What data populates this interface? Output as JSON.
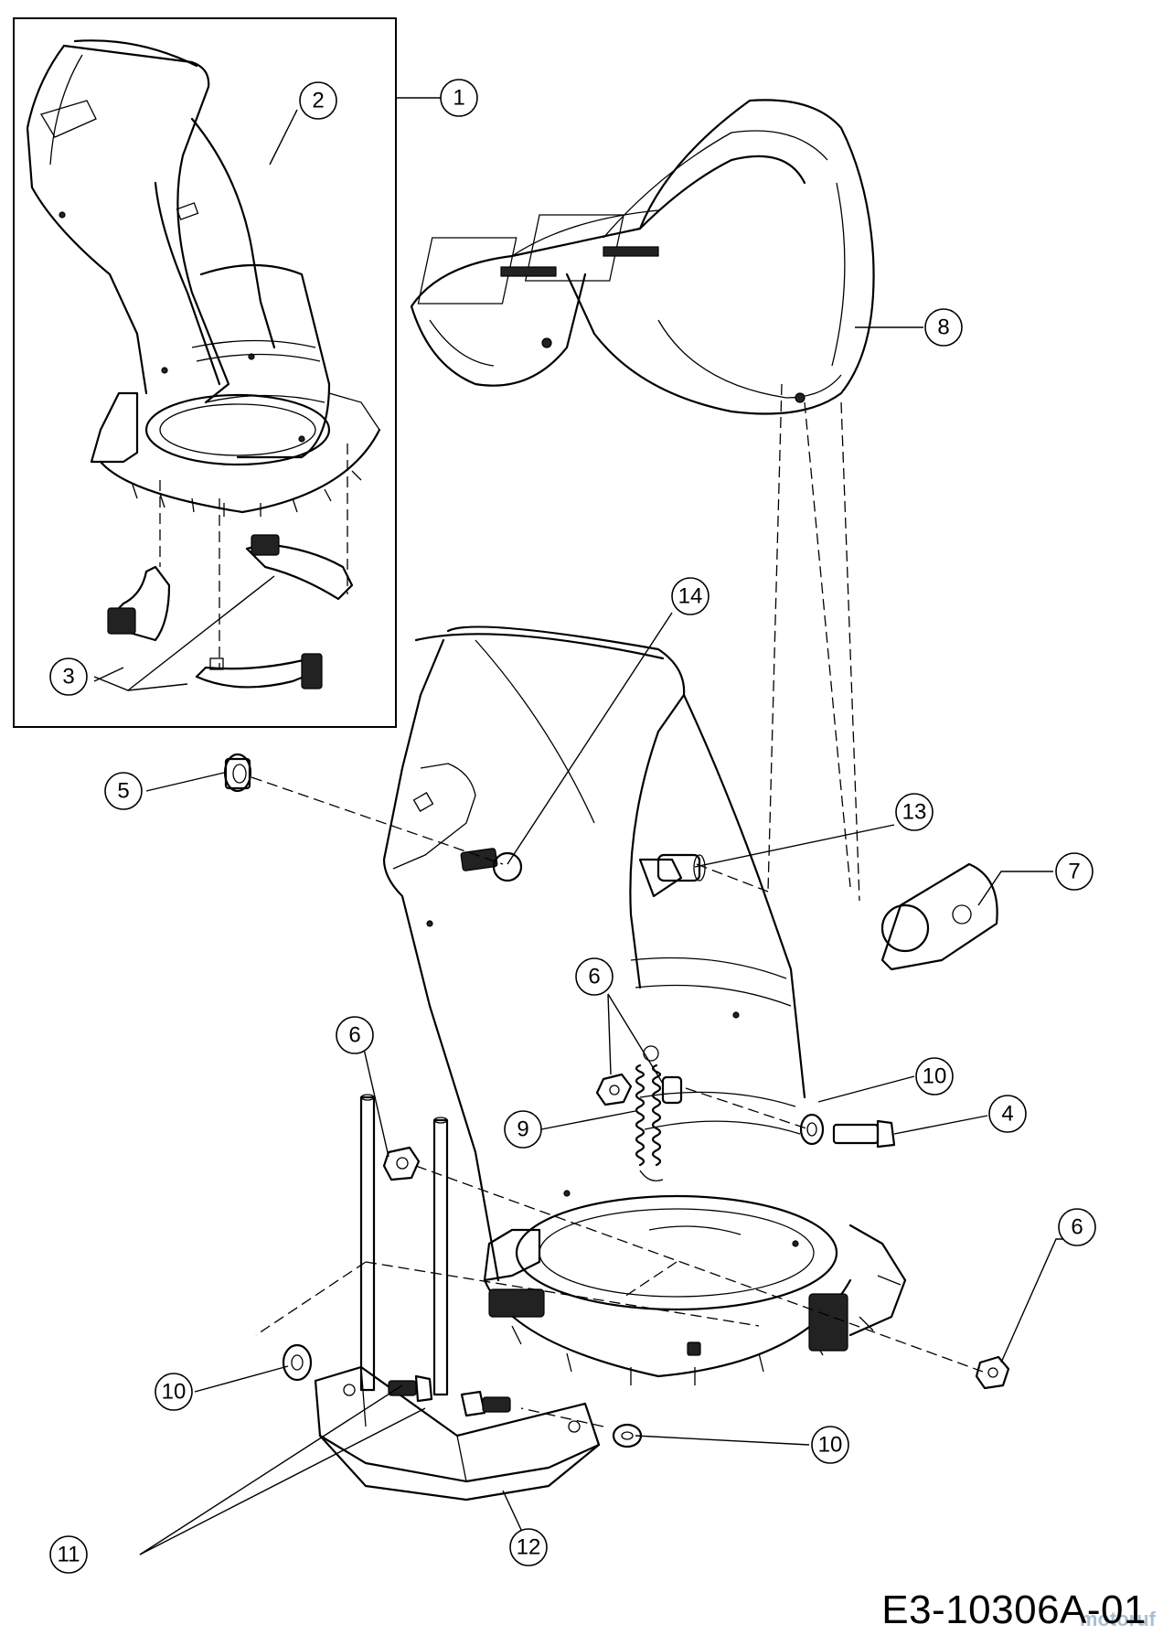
{
  "diagram": {
    "reference_code": "E3-10306A-01",
    "watermark": "motoruf",
    "callouts": [
      {
        "id": "c1",
        "label": "1"
      },
      {
        "id": "c2",
        "label": "2"
      },
      {
        "id": "c3",
        "label": "3"
      },
      {
        "id": "c4",
        "label": "4"
      },
      {
        "id": "c5",
        "label": "5"
      },
      {
        "id": "c6a",
        "label": "6"
      },
      {
        "id": "c6b",
        "label": "6"
      },
      {
        "id": "c6c",
        "label": "6"
      },
      {
        "id": "c7",
        "label": "7"
      },
      {
        "id": "c8",
        "label": "8"
      },
      {
        "id": "c9",
        "label": "9"
      },
      {
        "id": "c10a",
        "label": "10"
      },
      {
        "id": "c10b",
        "label": "10"
      },
      {
        "id": "c10c",
        "label": "10"
      },
      {
        "id": "c11",
        "label": "11"
      },
      {
        "id": "c12",
        "label": "12"
      },
      {
        "id": "c13",
        "label": "13"
      },
      {
        "id": "c14",
        "label": "14"
      }
    ]
  }
}
